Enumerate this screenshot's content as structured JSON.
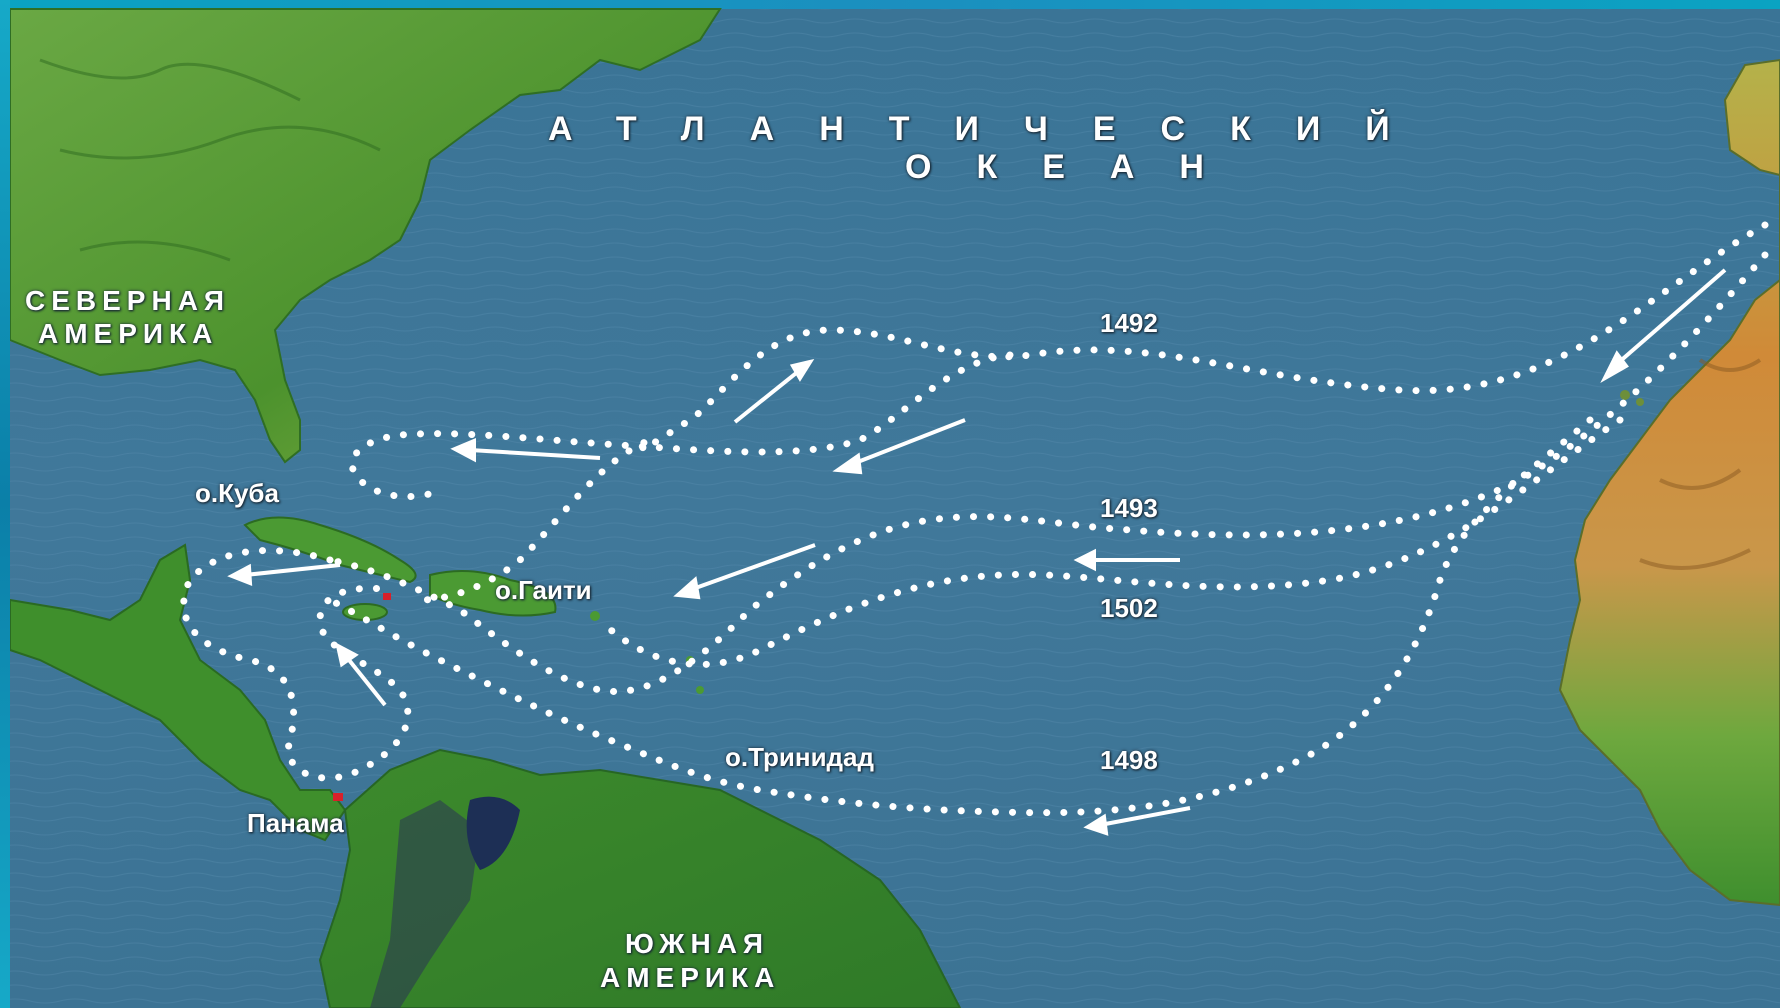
{
  "ocean_label": {
    "line1": "АТЛАНТИЧЕСКИЙ",
    "line2": "ОКЕАН"
  },
  "continents": {
    "north_america": {
      "line1": "СЕВЕРНАЯ",
      "line2": "АМЕРИКА"
    },
    "south_america": {
      "line1": "ЮЖНАЯ",
      "line2": "АМЕРИКА"
    }
  },
  "places": {
    "cuba": "о.Куба",
    "haiti": "о.Гаити",
    "trinidad": "о.Тринидад",
    "panama": "Панама"
  },
  "voyages": [
    {
      "year": "1492"
    },
    {
      "year": "1493"
    },
    {
      "year": "1502"
    },
    {
      "year": "1498"
    }
  ],
  "colors": {
    "sea": "#3f7a9e",
    "land_green": "#4f9a32",
    "desert": "#c98b3a",
    "route": "#ffffff"
  }
}
